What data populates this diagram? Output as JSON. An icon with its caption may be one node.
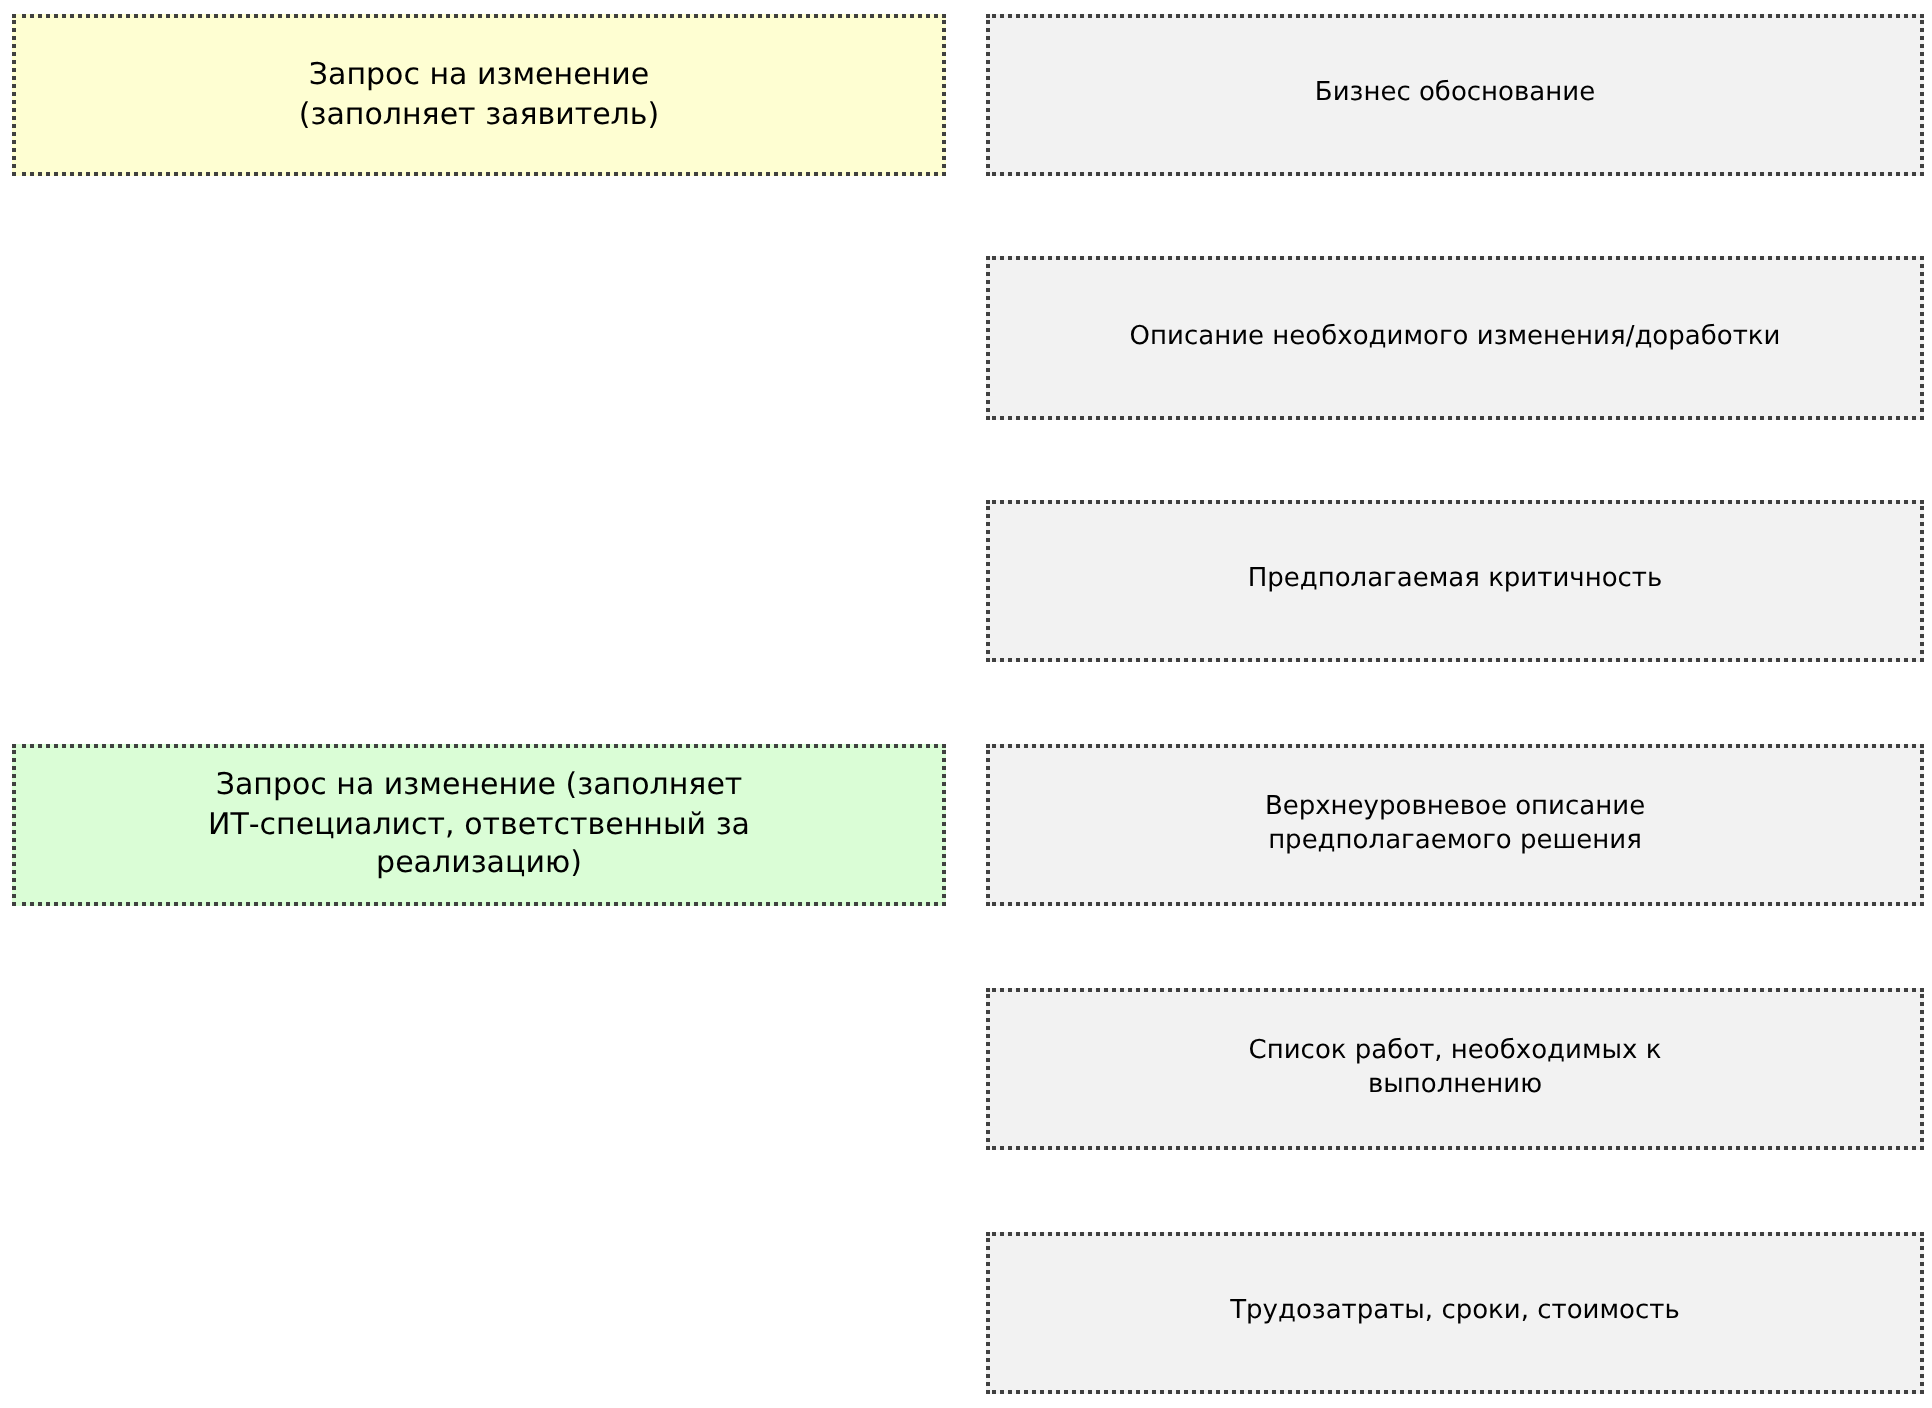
{
  "diagram": {
    "nodes": [
      {
        "text": [
          "Запрос на изменение (заполняет заявитель)"
        ]
      },
      {
        "text": [
          "Бизнес обоснование"
        ]
      },
      {
        "text": [
          "Описание необходимого изменения/доработки"
        ]
      },
      {
        "text": [
          "Предполагаемая критичность"
        ]
      },
      {
        "text": [
          "Запрос на изменение (заполняет ИТ-специалист, ответственный за реализацию)"
        ]
      },
      {
        "text": [
          "Верхнеуровневое описание предполагаемого решения"
        ]
      },
      {
        "text": [
          "Список работ, необходимых к выполнению"
        ]
      },
      {
        "text": [
          "Трудозатраты, сроки, стоимость"
        ]
      }
    ]
  }
}
